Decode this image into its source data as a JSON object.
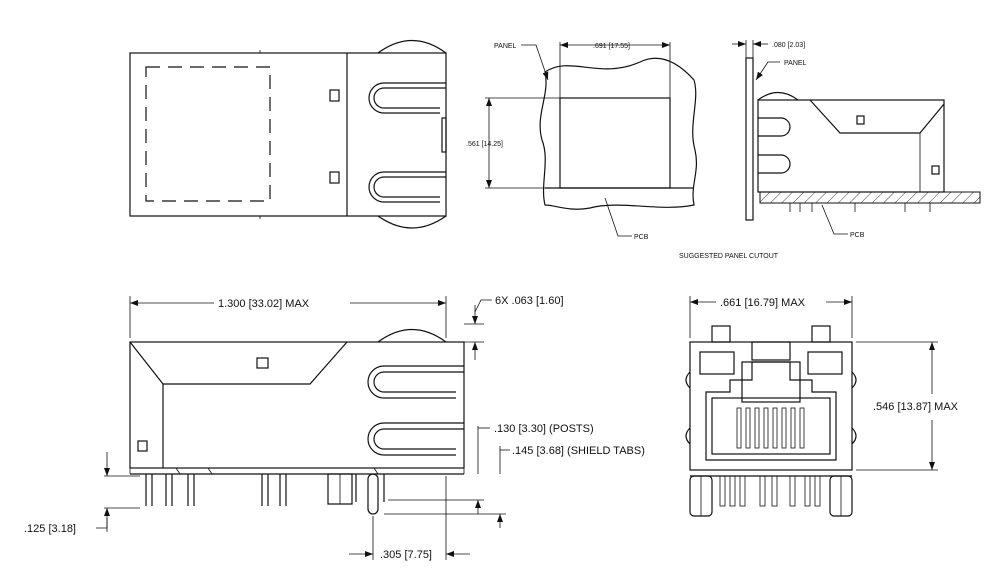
{
  "labels": {
    "panel_1": "PANEL",
    "panel_2": "PANEL",
    "pcb_1": "PCB",
    "pcb_2": "PCB",
    "suggested_cutout": "SUGGESTED PANEL CUTOUT"
  },
  "dimensions": {
    "cutout_width": ".691 [17.55]",
    "cutout_height": ".561 [14.25]",
    "panel_thickness": ".080 [2.03]",
    "overall_length": "1.300 [33.02] MAX",
    "tab_width": "6X .063 [1.60]",
    "posts": ".130 [3.30] (POSTS)",
    "shield_tabs": ".145 [3.68] (SHIELD TABS)",
    "pin_length": ".125 [3.18]",
    "pin_offset": ".305 [7.75]",
    "front_width": ".661 [16.79] MAX",
    "front_height": ".546 [13.87] MAX"
  },
  "colors": {
    "line": "#111111",
    "background": "#ffffff"
  }
}
